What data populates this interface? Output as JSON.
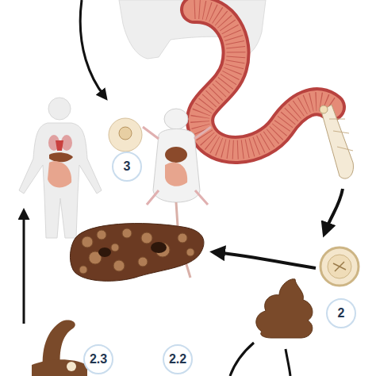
{
  "diagram": {
    "nodes": [
      {
        "text": [
          "3"
        ]
      },
      {
        "text": [
          "2"
        ]
      },
      {
        "text": [
          "2.3"
        ]
      },
      {
        "text": [
          "2.2"
        ]
      }
    ]
  }
}
